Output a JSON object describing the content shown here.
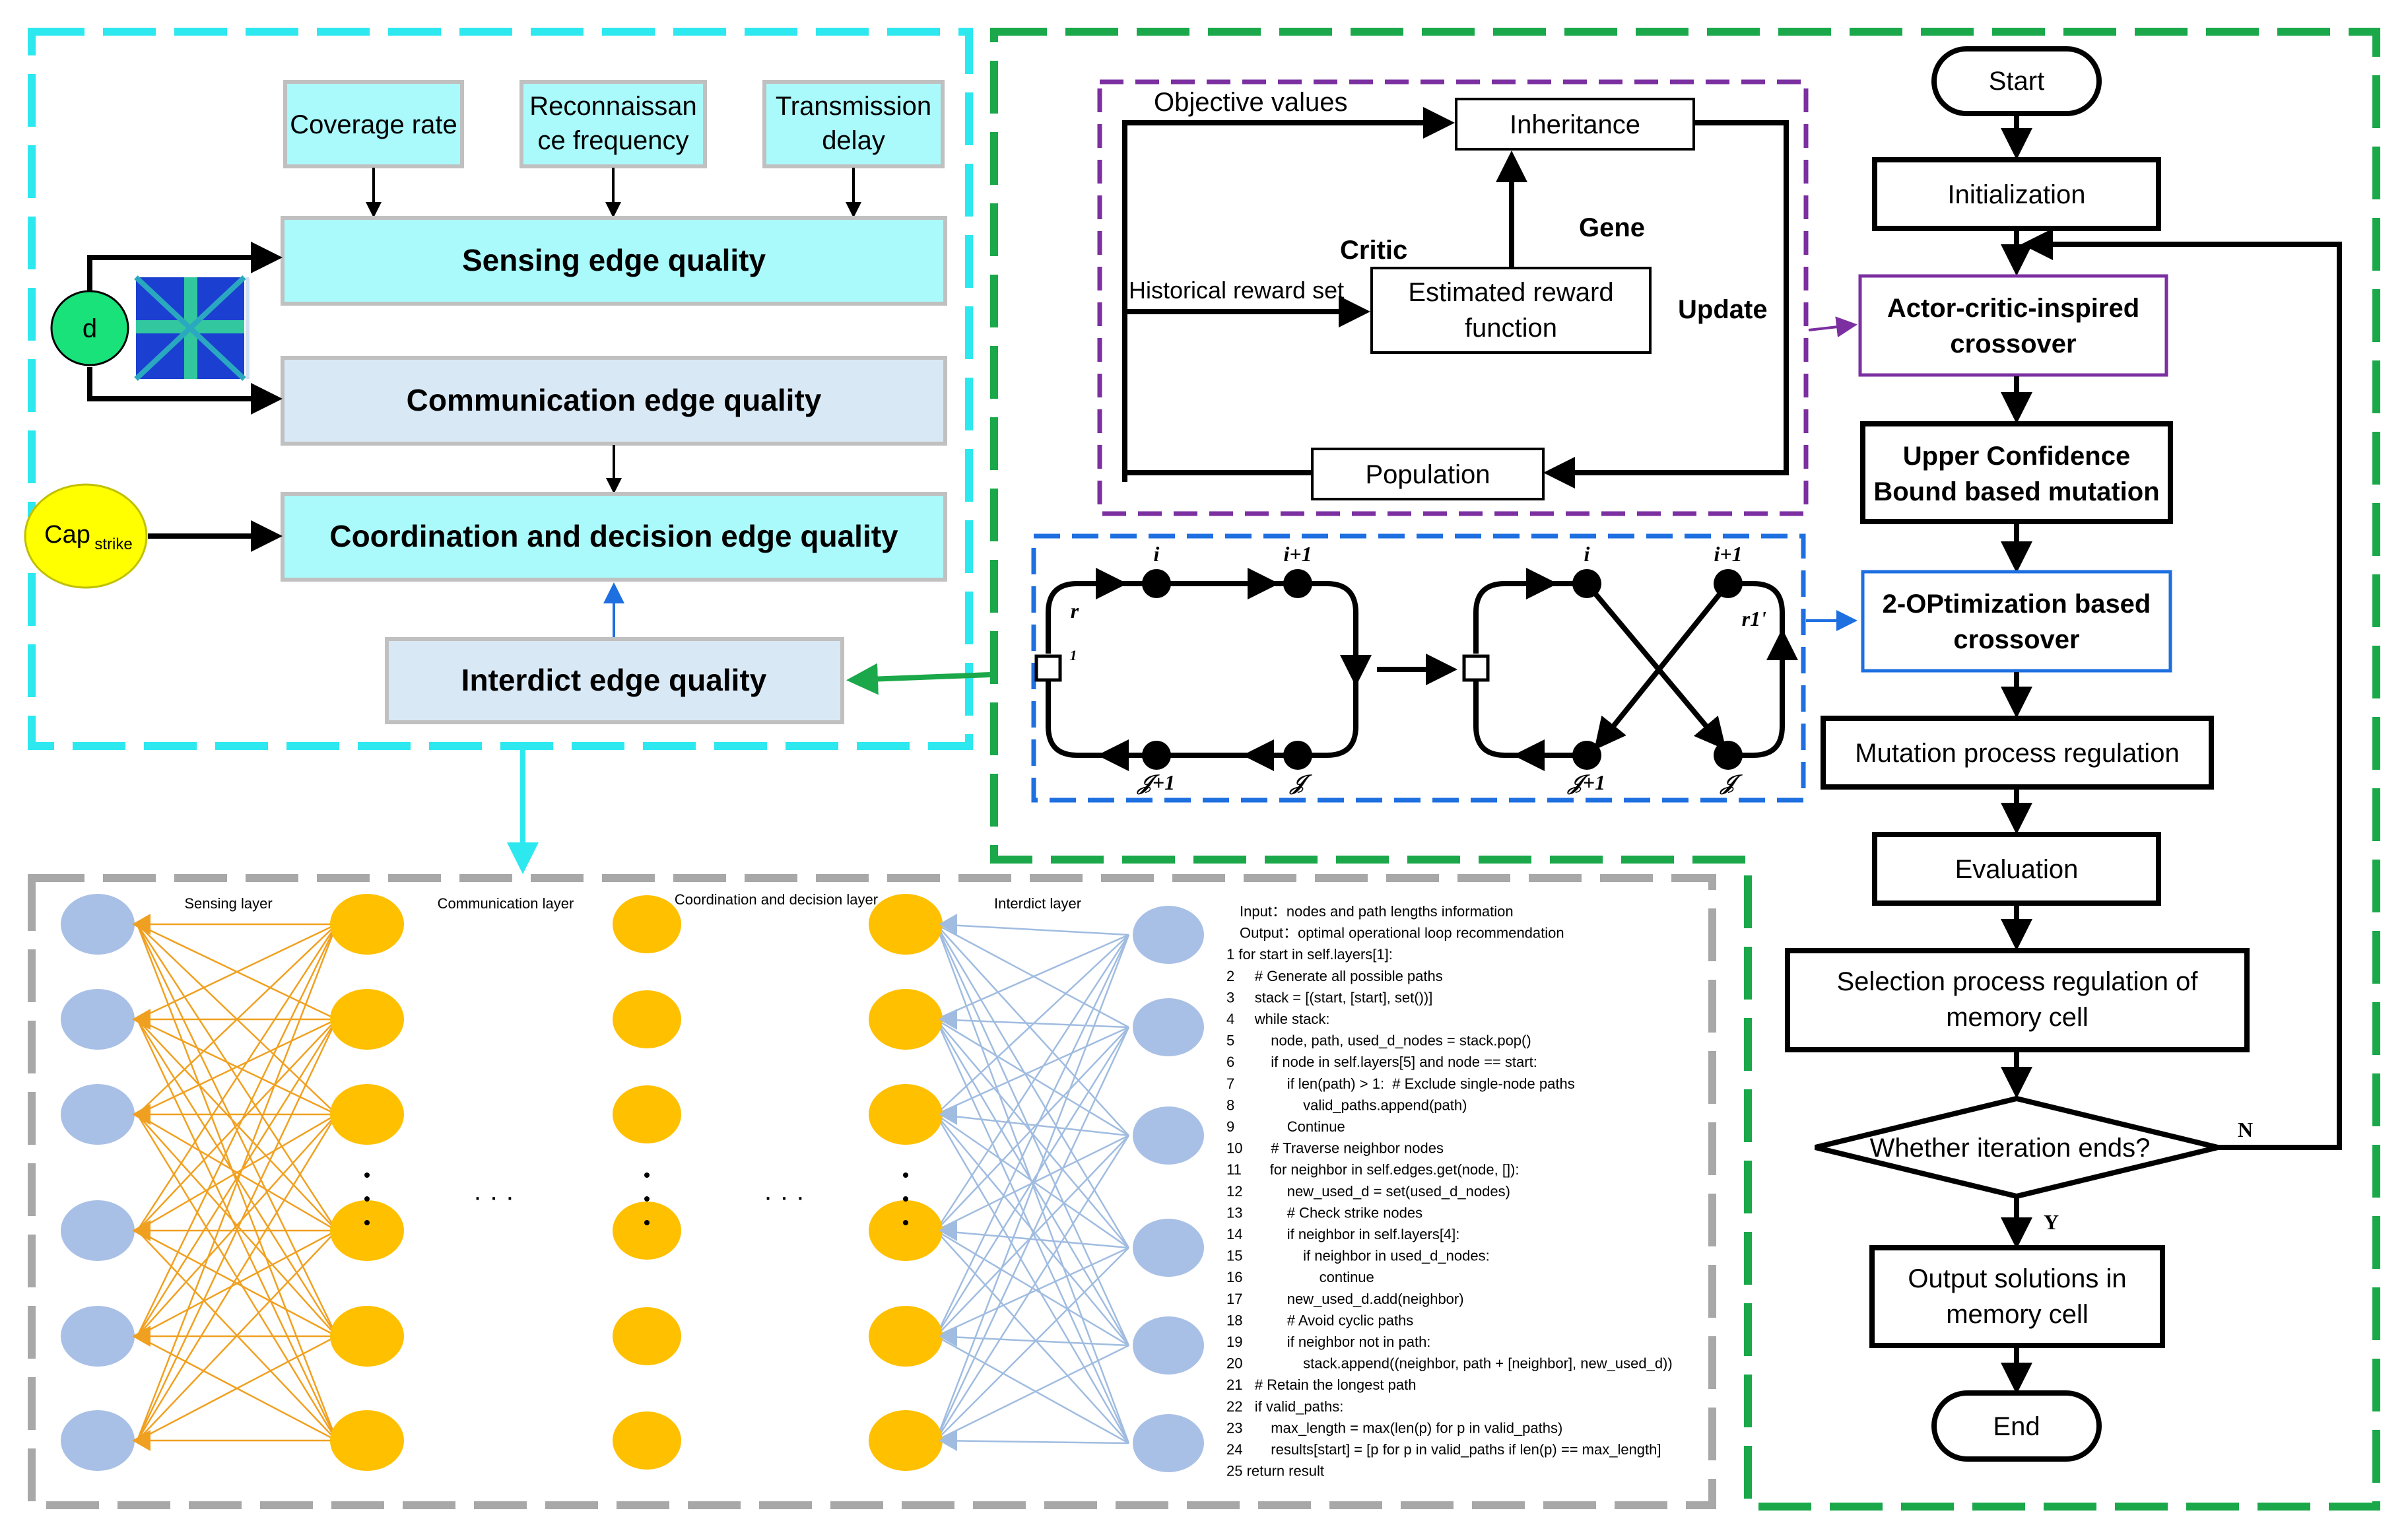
{
  "colors": {
    "cyan_frame": "#2ee8f0",
    "green_frame": "#1aa84a",
    "purple_frame": "#7b2fa0",
    "blue_frame": "#1e6fe0",
    "gray_frame": "#a8a8a8",
    "cyan_box": "#aaf9fb",
    "light_blue_box": "#d9e8f5",
    "yellow_node": "#ffc000",
    "blue_node": "#a9c0e6",
    "orange_edge": "#f0a020",
    "light_blue_edge": "#a0bce0",
    "green_circle": "#19e27a",
    "yellow_circle": "#ffff00"
  },
  "left_panel": {
    "metrics": [
      "Coverage rate",
      "Reconnaissance frequency",
      "Transmission delay"
    ],
    "metric_lines": [
      [
        "Coverage rate"
      ],
      [
        "Reconnaissan",
        "ce frequency"
      ],
      [
        "Transmission",
        "delay"
      ]
    ],
    "sensing": "Sensing edge quality",
    "communication": "Communication edge quality",
    "coordination": "Coordination and decision edge quality",
    "interdict": "Interdict edge quality",
    "d_label": "d",
    "cap_label": "Cap",
    "cap_sub": "strike"
  },
  "middle_panel": {
    "objective_values": "Objective values",
    "inheritance": "Inheritance",
    "critic": "Critic",
    "gene": "Gene",
    "historical_reward_set": "Historical reward set",
    "estimated_reward_function": [
      "Estimated reward",
      "function"
    ],
    "update": "Update",
    "population": "Population",
    "opt_labels": {
      "i": "i",
      "i1": "i+1",
      "r": "r",
      "one": "1",
      "j1": "𝒥+1",
      "j": "𝒥",
      "r1": "r1'"
    }
  },
  "flowchart": {
    "start": "Start",
    "initialization": "Initialization",
    "actor_critic": [
      "Actor-critic-inspired",
      "crossover"
    ],
    "ucb_mutation": [
      "Upper Confidence",
      "Bound based mutation"
    ],
    "two_opt": [
      "2-OPtimization based",
      "crossover"
    ],
    "mutation_regulation": "Mutation process regulation",
    "evaluation": "Evaluation",
    "selection": [
      "Selection process regulation of",
      "memory cell"
    ],
    "decision": "Whether iteration ends?",
    "no": "N",
    "yes": "Y",
    "output": [
      "Output solutions in",
      "memory cell"
    ],
    "end": "End"
  },
  "network": {
    "layer_labels": [
      "Sensing layer",
      "Communication layer",
      "Coordination and decision layer",
      "Interdict layer"
    ],
    "ellipsis": "· · ·"
  },
  "code": {
    "lines": [
      "Input：nodes and path lengths information",
      "Output：optimal operational loop recommendation",
      "1 for start in self.layers[1]:",
      "2     # Generate all possible paths",
      "3     stack = [(start, [start], set())]",
      "4     while stack:",
      "5         node, path, used_d_nodes = stack.pop()",
      "6         if node in self.layers[5] and node == start:",
      "7             if len(path) > 1:  # Exclude single-node paths",
      "8                 valid_paths.append(path)",
      "9             Continue",
      "10       # Traverse neighbor nodes",
      "11       for neighbor in self.edges.get(node, []):",
      "12           new_used_d = set(used_d_nodes)",
      "13           # Check strike nodes",
      "14           if neighbor in self.layers[4]:",
      "15               if neighbor in used_d_nodes:",
      "16                   continue",
      "17           new_used_d.add(neighbor)",
      "18           # Avoid cyclic paths",
      "19           if neighbor not in path:",
      "20               stack.append((neighbor, path + [neighbor], new_used_d))",
      "21   # Retain the longest path",
      "22   if valid_paths:",
      "23       max_length = max(len(p) for p in valid_paths)",
      "24       results[start] = [p for p in valid_paths if len(p) == max_length]",
      "25 return result"
    ]
  }
}
